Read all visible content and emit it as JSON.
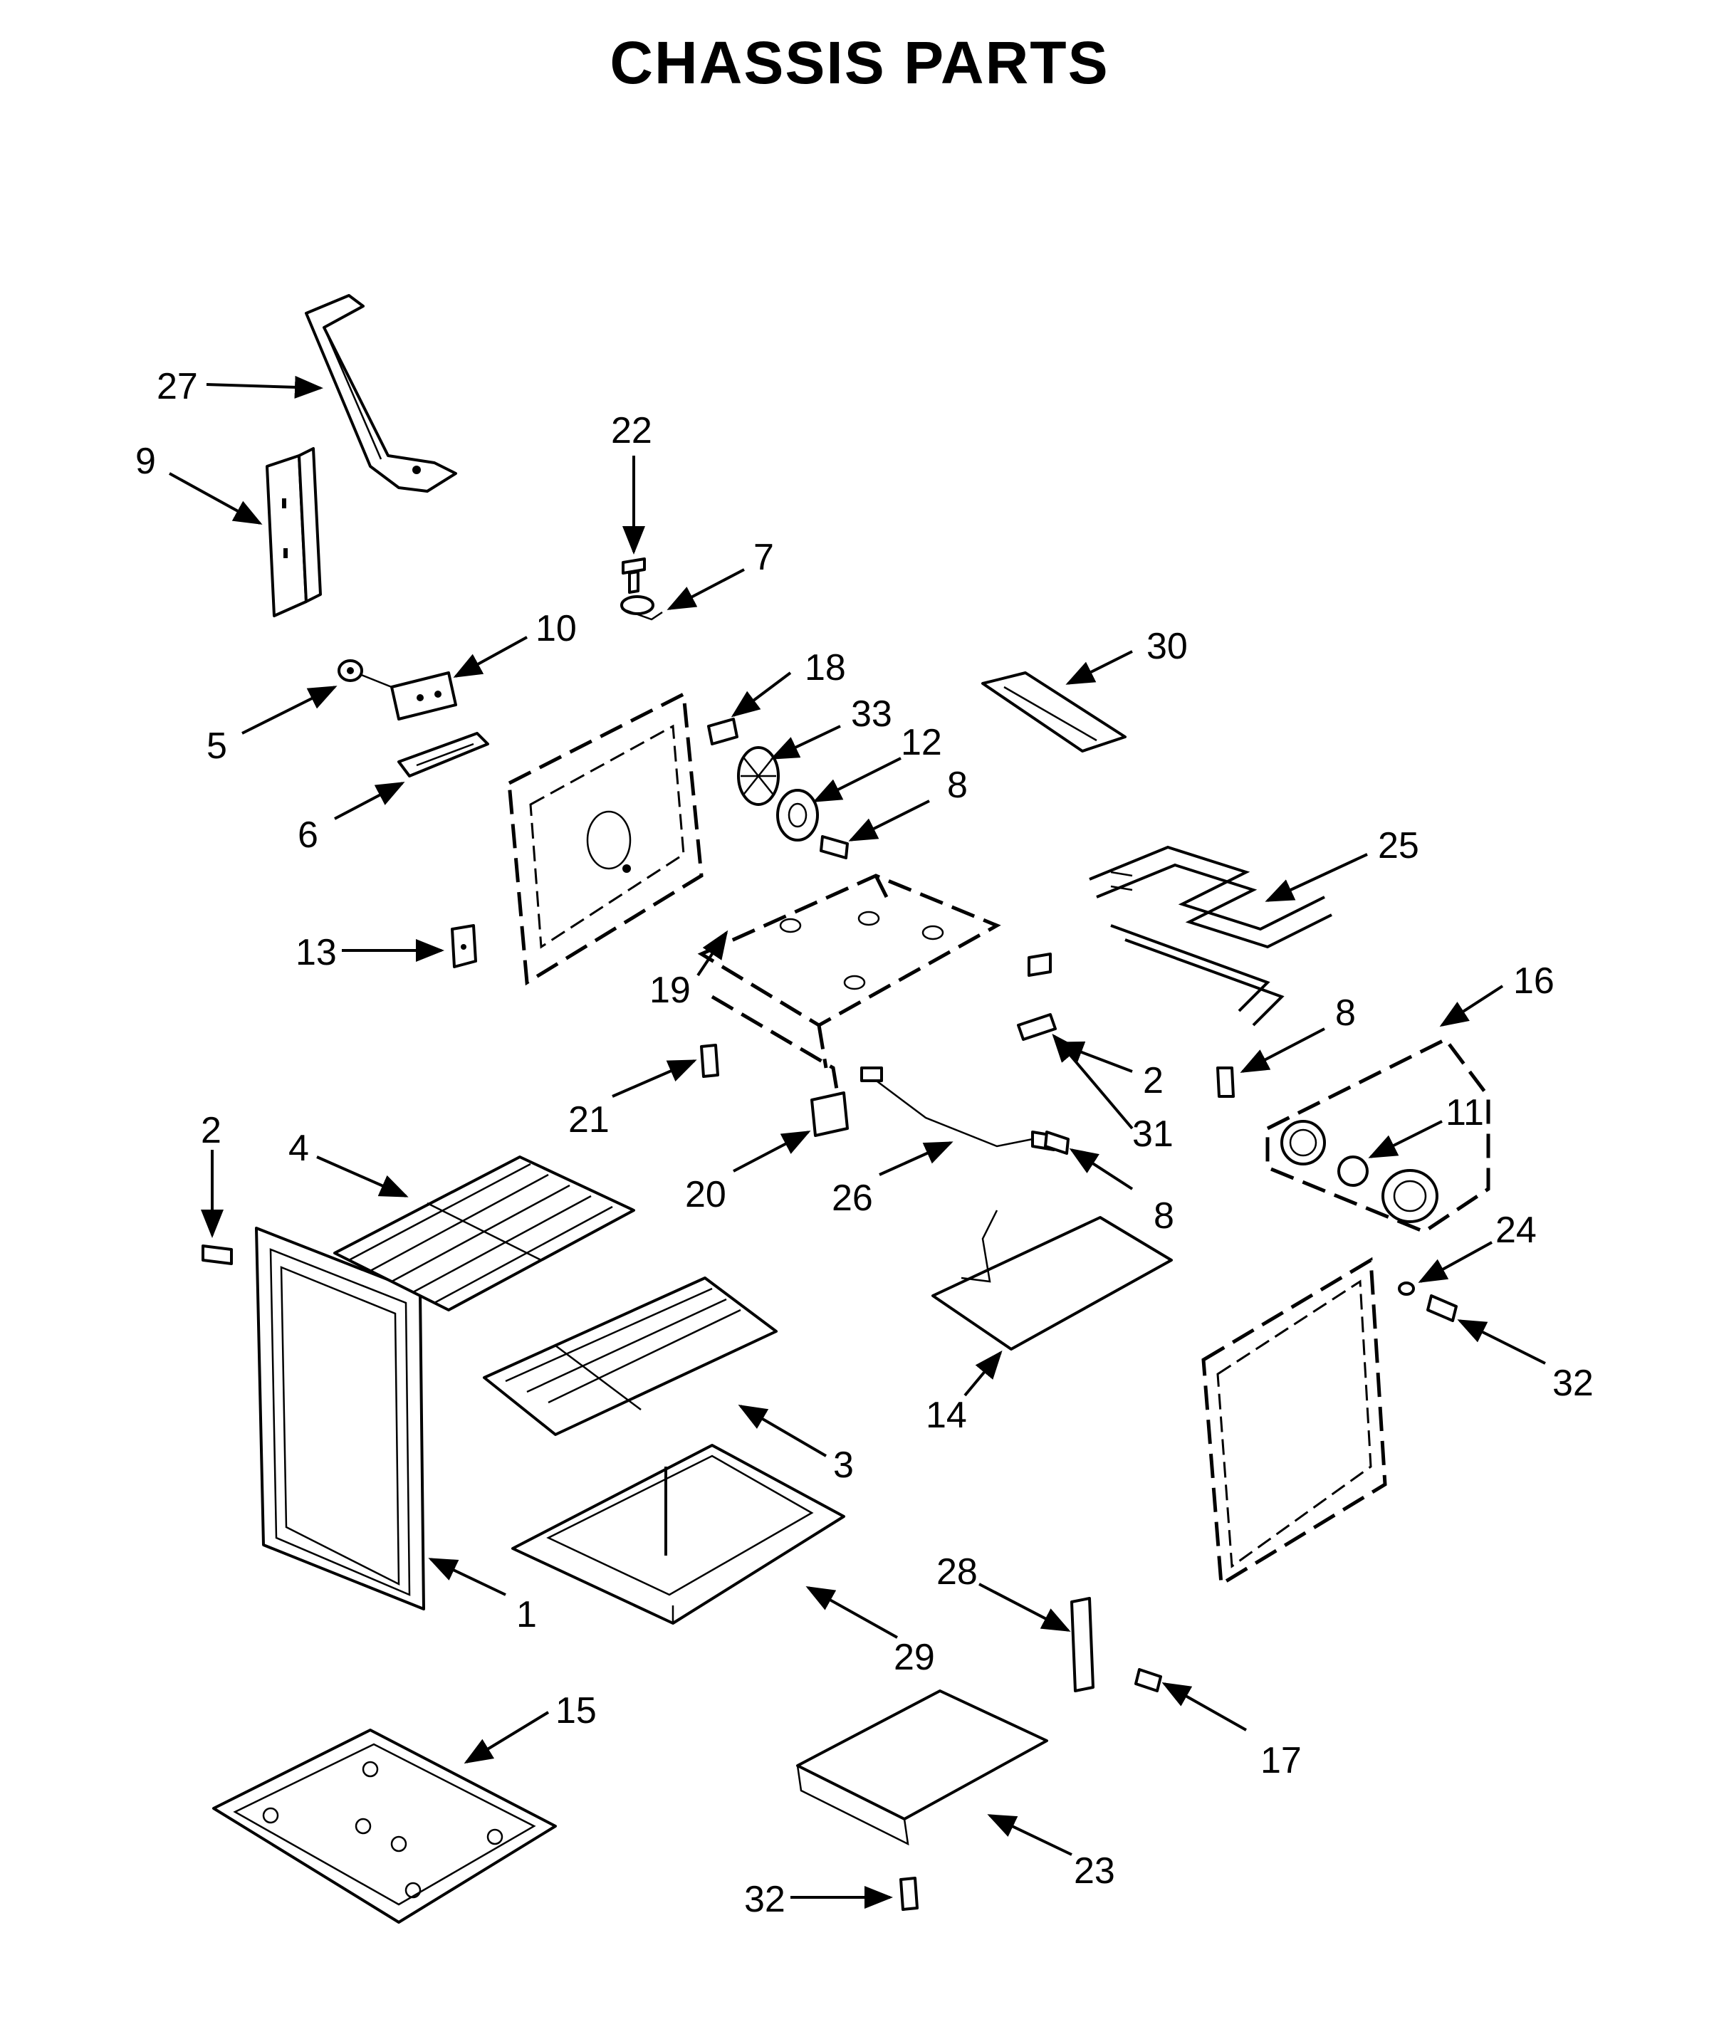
{
  "title": "CHASSIS PARTS",
  "callouts": [
    {
      "id": "c27",
      "label": "27"
    },
    {
      "id": "c9",
      "label": "9"
    },
    {
      "id": "c22",
      "label": "22"
    },
    {
      "id": "c7",
      "label": "7"
    },
    {
      "id": "c10",
      "label": "10"
    },
    {
      "id": "c5",
      "label": "5"
    },
    {
      "id": "c6",
      "label": "6"
    },
    {
      "id": "c18",
      "label": "18"
    },
    {
      "id": "c33",
      "label": "33"
    },
    {
      "id": "c12",
      "label": "12"
    },
    {
      "id": "c8a",
      "label": "8"
    },
    {
      "id": "c30",
      "label": "30"
    },
    {
      "id": "c25",
      "label": "25"
    },
    {
      "id": "c13",
      "label": "13"
    },
    {
      "id": "c19",
      "label": "19"
    },
    {
      "id": "c16",
      "label": "16"
    },
    {
      "id": "c8b",
      "label": "8"
    },
    {
      "id": "c2a",
      "label": "2"
    },
    {
      "id": "c31",
      "label": "31"
    },
    {
      "id": "c11",
      "label": "11"
    },
    {
      "id": "c21",
      "label": "21"
    },
    {
      "id": "c2b",
      "label": "2"
    },
    {
      "id": "c4",
      "label": "4"
    },
    {
      "id": "c20",
      "label": "20"
    },
    {
      "id": "c26",
      "label": "26"
    },
    {
      "id": "c8c",
      "label": "8"
    },
    {
      "id": "c24",
      "label": "24"
    },
    {
      "id": "c32a",
      "label": "32"
    },
    {
      "id": "c14",
      "label": "14"
    },
    {
      "id": "c3",
      "label": "3"
    },
    {
      "id": "c1",
      "label": "1"
    },
    {
      "id": "c29",
      "label": "29"
    },
    {
      "id": "c28",
      "label": "28"
    },
    {
      "id": "c15",
      "label": "15"
    },
    {
      "id": "c17",
      "label": "17"
    },
    {
      "id": "c23",
      "label": "23"
    },
    {
      "id": "c32b",
      "label": "32"
    }
  ]
}
